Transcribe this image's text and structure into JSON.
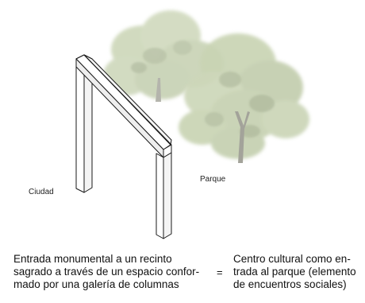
{
  "labels": {
    "city": "Ciudad",
    "park": "Parque"
  },
  "caption_left": {
    "lines": [
      "Entrada monumental a un recinto",
      "sagrado a través de un espacio confor-",
      "mado por una galería de columnas"
    ]
  },
  "equals_sign": "=",
  "caption_right": {
    "lines": [
      "Centro cultural como en-",
      "trada al parque (elemento",
      "de encuentros sociales)"
    ]
  },
  "colors": {
    "tree_foliage": "#c9d4b4",
    "tree_shadow": "#aeb99a",
    "trunk": "#9c9c92",
    "structure_line": "#1a1a1a"
  }
}
